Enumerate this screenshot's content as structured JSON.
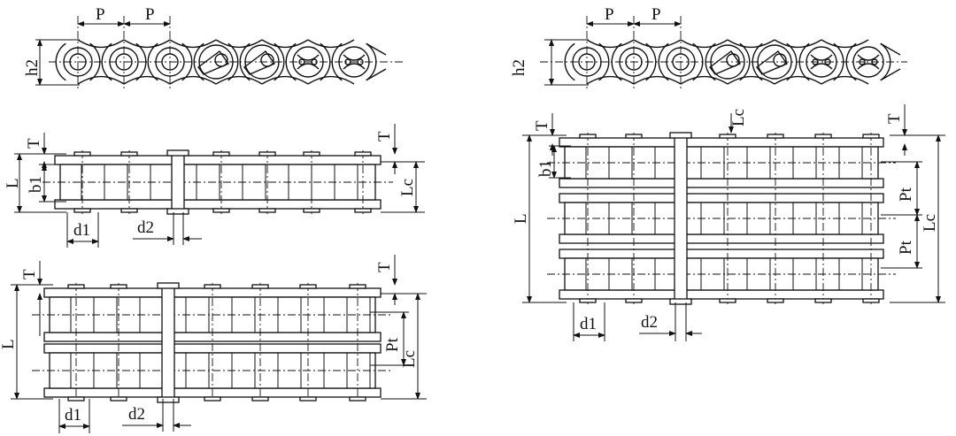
{
  "labels": {
    "pitch": "P",
    "plate_height": "h2",
    "plate_thickness": "T",
    "inner_width": "b1",
    "overall_length": "L",
    "connecting_pin_length": "Lc",
    "roller_diameter": "d1",
    "pin_diameter": "d2",
    "transverse_pitch": "Pt"
  },
  "views": [
    "side-view-left",
    "simplex-top-view",
    "duplex-top-view",
    "side-view-right",
    "triplex-top-view"
  ],
  "colors": {
    "line": "#111111",
    "background": "#ffffff"
  }
}
